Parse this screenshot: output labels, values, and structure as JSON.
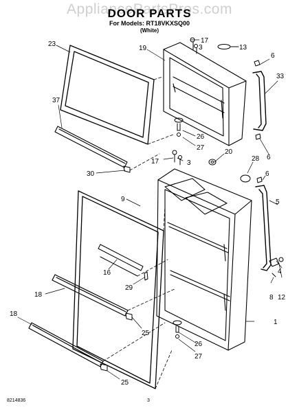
{
  "header": {
    "watermark": "AppliancePartsPros.com",
    "title": "DOOR PARTS",
    "models": "For Models: RT18VKXSQ00",
    "color": "(White)"
  },
  "callouts": [
    "23",
    "19",
    "17",
    "13",
    "6",
    "33",
    "37",
    "3",
    "26",
    "27",
    "6",
    "20",
    "17",
    "3",
    "28",
    "6",
    "5",
    "30",
    "9",
    "16",
    "29",
    "4",
    "12",
    "18",
    "8",
    "1",
    "18",
    "25",
    "26",
    "27",
    "25"
  ],
  "footer": {
    "doc_number": "8214836",
    "page_number": "3"
  }
}
